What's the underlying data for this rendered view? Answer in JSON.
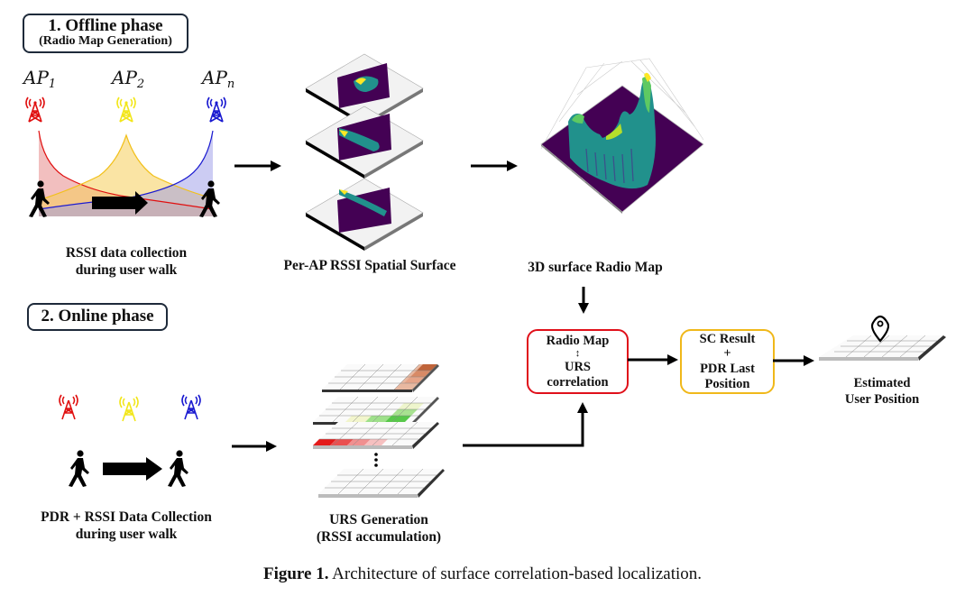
{
  "offline_phase": {
    "title": "1. Offline phase",
    "subtitle": "(Radio Map Generation)",
    "access_points": [
      {
        "name": "AP",
        "subscript": "1",
        "color": "#e01010"
      },
      {
        "name": "AP",
        "subscript": "2",
        "color": "#f2e61a"
      },
      {
        "name": "AP",
        "subscript": "n",
        "color": "#1a1ad0"
      }
    ],
    "rssi_collection_label_line1": "RSSI data collection",
    "rssi_collection_label_line2": "during user walk",
    "per_ap_surface_label": "Per-AP RSSI Spatial Surface",
    "radio_map_label": "3D surface Radio Map"
  },
  "online_phase": {
    "title": "2. Online phase",
    "ap_colors": [
      "#e01010",
      "#f2e61a",
      "#1a1ad0"
    ],
    "pdr_label_line1": "PDR + RSSI Data Collection",
    "pdr_label_line2": "during user walk",
    "urs_label_line1": "URS Generation",
    "urs_label_line2": "(RSSI accumulation)",
    "correlation_box": {
      "line1": "Radio Map",
      "line2": "↕",
      "line3": "URS",
      "line4": "correlation",
      "border_color": "#e0101a"
    },
    "sc_box": {
      "line1": "SC Result",
      "line2": "+",
      "line3": "PDR Last",
      "line4": "Position",
      "border_color": "#f0b81a"
    },
    "estimated_label_line1": "Estimated",
    "estimated_label_line2": "User Position"
  },
  "colors": {
    "viridis_low": "#440154",
    "viridis_mid": "#21918c",
    "viridis_high": "#fde725",
    "urs_brown": "#c0643a",
    "urs_green": "#58c84a",
    "urs_red": "#e41a1a"
  },
  "caption": {
    "label": "Figure 1.",
    "text": " Architecture of surface correlation-based localization."
  }
}
